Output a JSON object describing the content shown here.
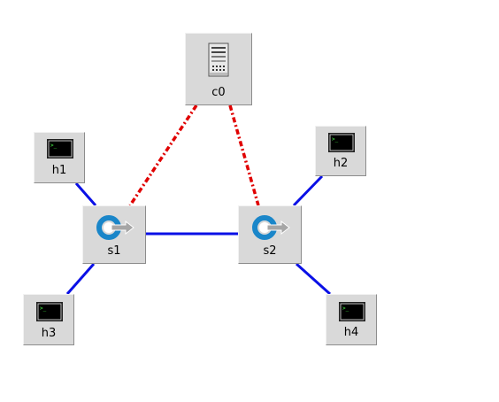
{
  "colors": {
    "data_link": "#0a10e6",
    "control_link": "#e00000",
    "node_face": "#d9d9d9"
  },
  "nodes": {
    "c0": {
      "label": "c0",
      "icon": "controller-server-icon"
    },
    "h1": {
      "label": "h1",
      "icon": "host-terminal-icon"
    },
    "h2": {
      "label": "h2",
      "icon": "host-terminal-icon"
    },
    "h3": {
      "label": "h3",
      "icon": "host-terminal-icon"
    },
    "h4": {
      "label": "h4",
      "icon": "host-terminal-icon"
    },
    "s1": {
      "label": "s1",
      "icon": "switch-icon"
    },
    "s2": {
      "label": "s2",
      "icon": "switch-icon"
    }
  },
  "links": [
    {
      "from": "h1",
      "to": "s1",
      "type": "data"
    },
    {
      "from": "h3",
      "to": "s1",
      "type": "data"
    },
    {
      "from": "s1",
      "to": "s2",
      "type": "data"
    },
    {
      "from": "h2",
      "to": "s2",
      "type": "data"
    },
    {
      "from": "h4",
      "to": "s2",
      "type": "data"
    },
    {
      "from": "c0",
      "to": "s1",
      "type": "control"
    },
    {
      "from": "c0",
      "to": "s2",
      "type": "control"
    }
  ]
}
